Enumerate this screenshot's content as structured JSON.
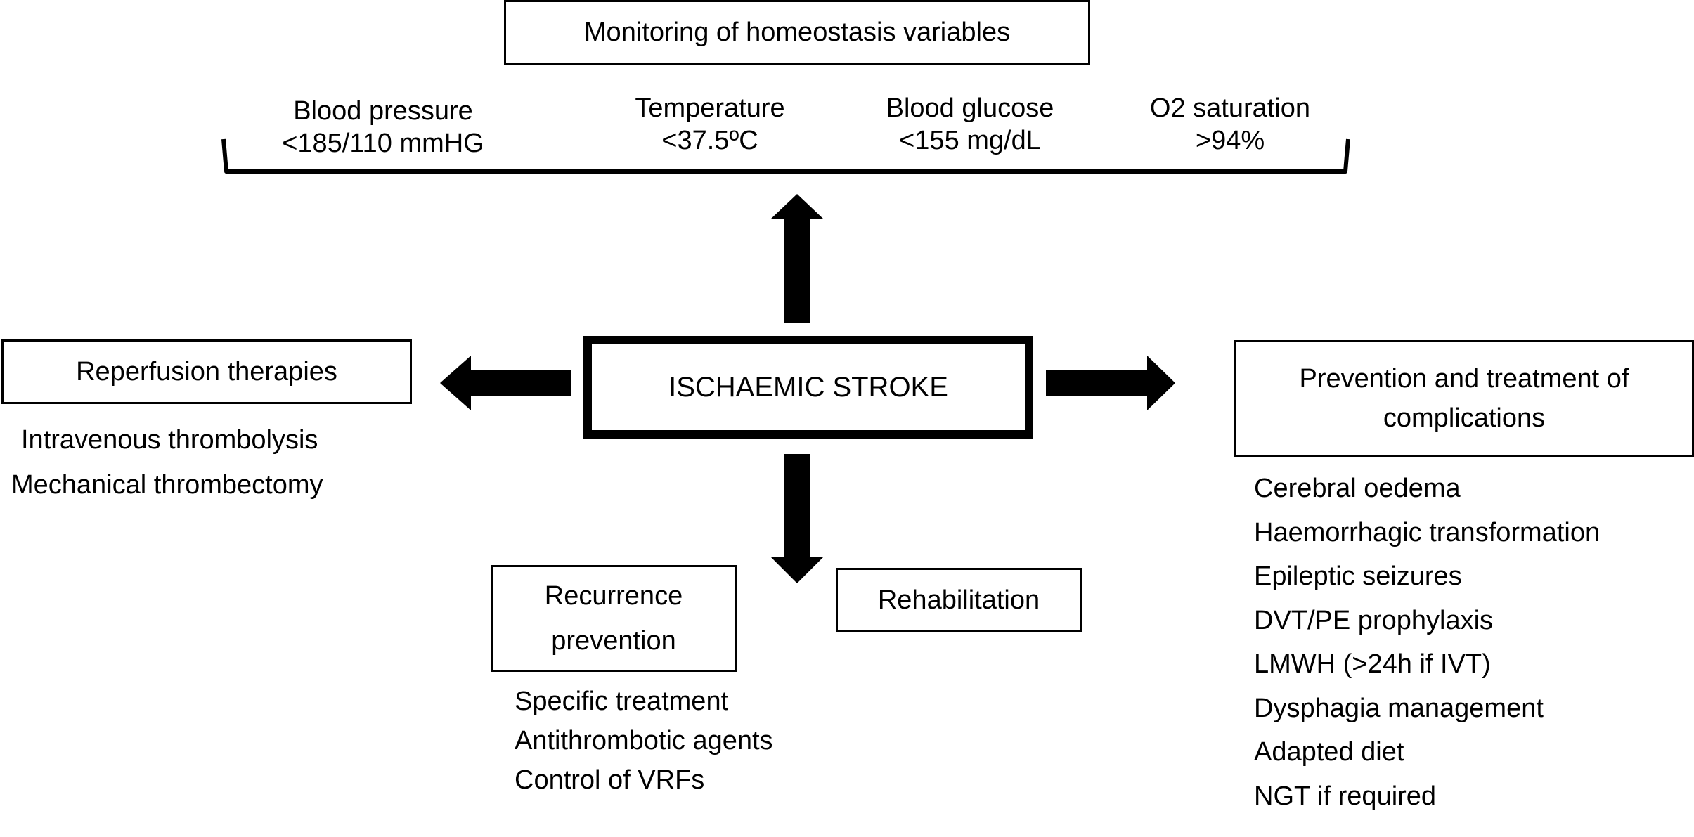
{
  "center": {
    "label": "ISCHAEMIC STROKE"
  },
  "monitoring": {
    "title": "Monitoring of homeostasis variables",
    "variables": [
      {
        "name": "Blood pressure",
        "target": "<185/110 mmHG"
      },
      {
        "name": "Temperature",
        "target": "<37.5ºC"
      },
      {
        "name": "Blood glucose",
        "target": "<155 mg/dL"
      },
      {
        "name": "O2 saturation",
        "target": ">94%"
      }
    ]
  },
  "reperfusion": {
    "title": "Reperfusion therapies",
    "items": [
      "Intravenous thrombolysis",
      "Mechanical thrombectomy"
    ]
  },
  "complications": {
    "title_line1": "Prevention and treatment of",
    "title_line2": "complications",
    "items": [
      "Cerebral oedema",
      "Haemorrhagic transformation",
      "Epileptic seizures",
      "DVT/PE prophylaxis",
      "LMWH (>24h if IVT)",
      "Dysphagia management",
      "Adapted diet",
      "NGT if required"
    ]
  },
  "recurrence": {
    "title_line1": "Recurrence",
    "title_line2": "prevention",
    "items": [
      "Specific treatment",
      "Antithrombotic agents",
      "Control of VRFs"
    ]
  },
  "rehabilitation": {
    "title": "Rehabilitation"
  }
}
